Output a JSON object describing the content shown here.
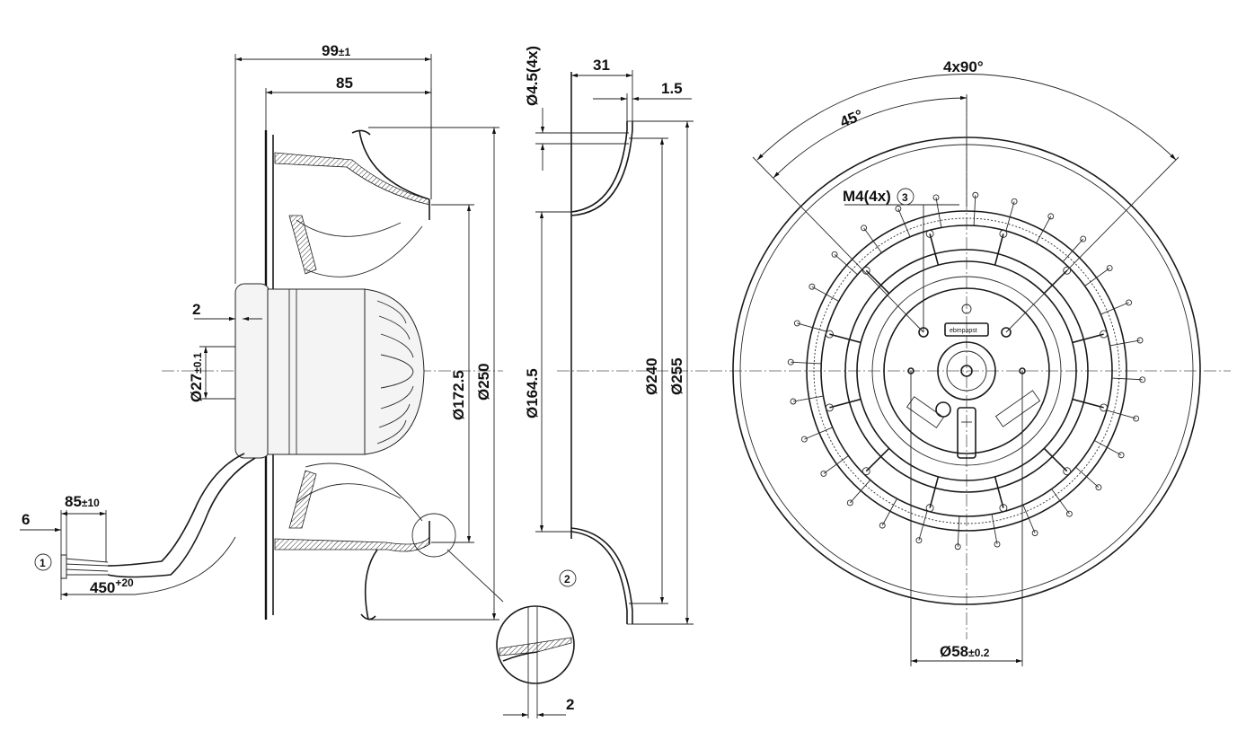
{
  "side_view": {
    "dim_width_total": "99",
    "dim_width_total_tol": "±1",
    "dim_width_inner": "85",
    "dim_shaft_step": "2",
    "dim_hub_diameter": "Ø27",
    "dim_hub_diameter_tol": "±0.1",
    "dim_outlet_diameter": "Ø172.5",
    "dim_outer_diameter": "Ø250",
    "dim_cable_strip": "6",
    "dim_cable_sleeve": "85",
    "dim_cable_sleeve_tol": "±10",
    "dim_cable_length": "450",
    "dim_cable_length_tol": "+20",
    "marker_cable": "1"
  },
  "detail_view": {
    "dim_thickness": "2"
  },
  "inlet_ring": {
    "dim_hole_diameter": "Ø4.5(4x)",
    "dim_depth": "31",
    "dim_flange": "1.5",
    "dim_throat_diameter": "Ø164.5",
    "dim_bolt_circle": "Ø240",
    "dim_outer_diameter": "Ø255",
    "marker_ring": "2"
  },
  "front_view": {
    "dim_angle_spacing": "4x90°",
    "dim_angle_offset": "45°",
    "dim_thread": "M4(4x)",
    "marker_thread": "3",
    "dim_center_diameter": "Ø58",
    "dim_center_diameter_tol": "±0.2",
    "brand_label": "ebmpapst"
  }
}
